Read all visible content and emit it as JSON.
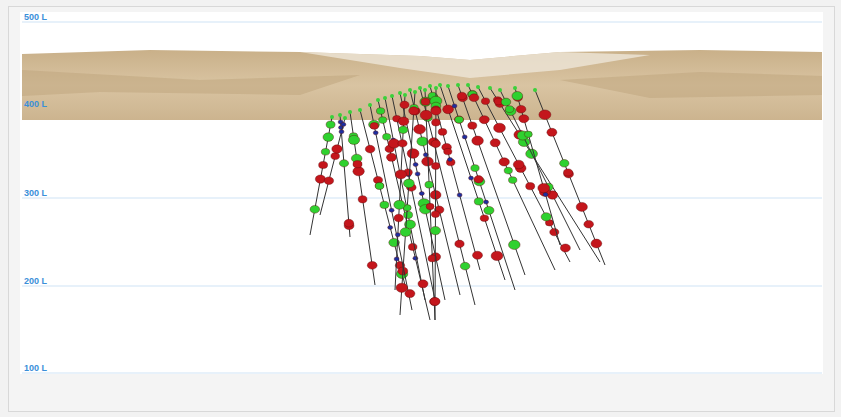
{
  "diagram": {
    "labels": [
      "500 L",
      "400 L",
      "300 L",
      "200 L",
      "100 L"
    ]
  }
}
